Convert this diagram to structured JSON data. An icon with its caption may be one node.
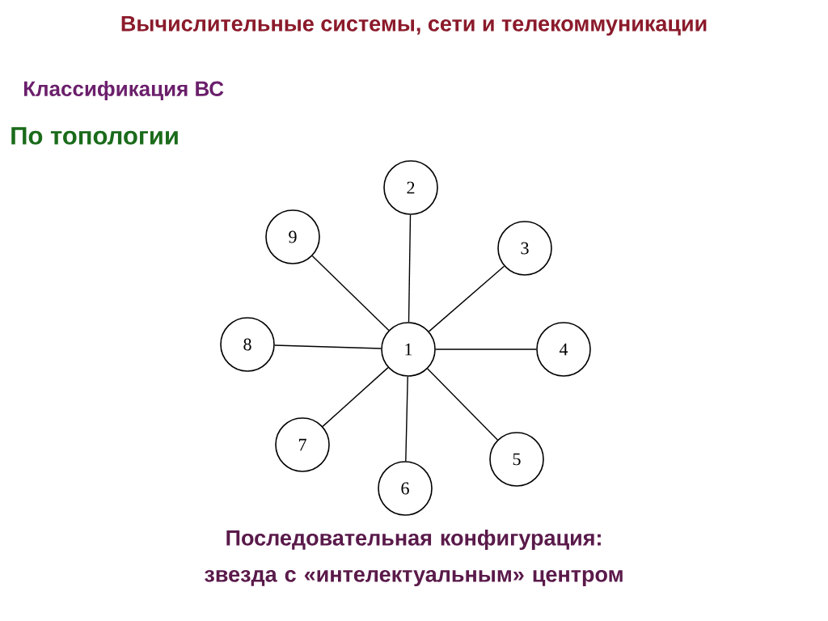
{
  "diagram": {
    "title": "Вычислительные системы, сети и телекоммуникации",
    "caption": "Последовательная конфигурация: звезда с «интелектуальным» центром",
    "nodes": [
      {
        "text": [
          "1"
        ]
      },
      {
        "text": [
          "2"
        ]
      },
      {
        "text": [
          "3"
        ]
      },
      {
        "text": [
          "4"
        ]
      },
      {
        "text": [
          "5"
        ]
      },
      {
        "text": [
          "6"
        ]
      },
      {
        "text": [
          "7"
        ]
      },
      {
        "text": [
          "8"
        ]
      },
      {
        "text": [
          "9"
        ]
      }
    ],
    "edges": [
      {
        "from": 0,
        "to": 1,
        "arrow": "none"
      },
      {
        "from": 0,
        "to": 2,
        "arrow": "none"
      },
      {
        "from": 0,
        "to": 3,
        "arrow": "none"
      },
      {
        "from": 0,
        "to": 4,
        "arrow": "none"
      },
      {
        "from": 0,
        "to": 5,
        "arrow": "none"
      },
      {
        "from": 0,
        "to": 6,
        "arrow": "none"
      },
      {
        "from": 0,
        "to": 7,
        "arrow": "none"
      },
      {
        "from": 0,
        "to": 8,
        "arrow": "none"
      }
    ],
    "labels": [
      "Классификация ВС",
      "По топологии"
    ]
  }
}
